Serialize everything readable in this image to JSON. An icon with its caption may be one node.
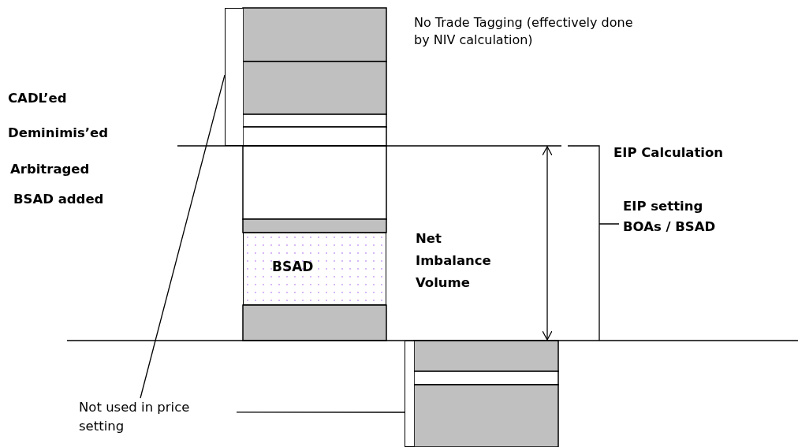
{
  "diagram": {
    "nodes": [
      {
        "text": [
          "BSAD"
        ]
      },
      {
        "text": [
          "Not used in price setting"
        ]
      },
      {
        "text": [],
        "shape": "bar"
      },
      {
        "text": [],
        "shape": "bar"
      }
    ],
    "edges": [
      {
        "from": 1,
        "to": 2,
        "arrow": "none"
      },
      {
        "from": 1,
        "to": 3,
        "arrow": "none"
      }
    ],
    "labels": [
      "No Trade Tagging (effectively done by NIV calculation)",
      "CADL’ed",
      "Deminimis’ed",
      "EIP Calculation",
      "Arbitraged",
      "BSAD added",
      "EIP setting BOAs / BSAD",
      "Net Imbalance Volume"
    ]
  }
}
